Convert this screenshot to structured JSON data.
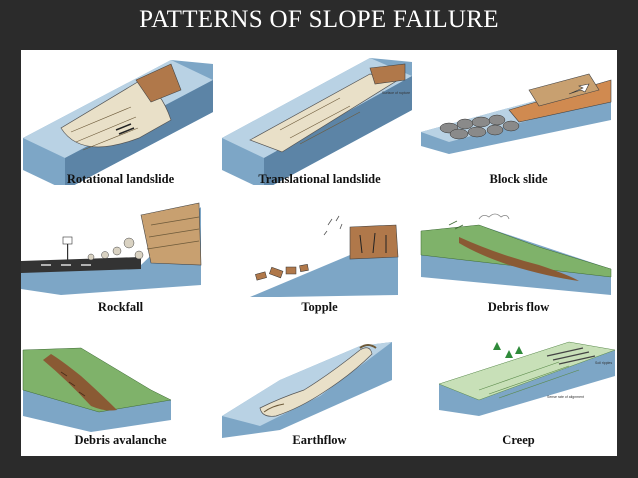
{
  "title": "PATTERNS OF SLOPE FAILURE",
  "diagrams": [
    {
      "label": "Rotational landslide"
    },
    {
      "label": "Translational landslide",
      "annotation": "Surface of rupture"
    },
    {
      "label": "Block slide"
    },
    {
      "label": "Rockfall"
    },
    {
      "label": "Topple"
    },
    {
      "label": "Debris flow"
    },
    {
      "label": "Debris avalanche"
    },
    {
      "label": "Earthflow"
    },
    {
      "label": "Creep",
      "annotations": [
        "Soil ripples",
        "Sense rate of alignment"
      ]
    }
  ],
  "colors": {
    "background": "#2b2b2b",
    "slope_blue": "#7da6c6",
    "slope_blue_dark": "#5c84a6",
    "soil_tan": "#d8c8a4",
    "soil_brown": "#b0784a",
    "grass_green": "#7fb26a",
    "rock_grey": "#8a8a8a",
    "debris_brown": "#8a5a34"
  }
}
